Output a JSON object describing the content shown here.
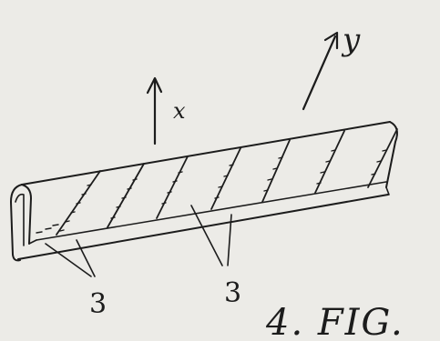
{
  "figure": {
    "label": "4. FIG.",
    "axis_x_label": "x",
    "axis_y_label": "y",
    "reference_numerals": [
      "3",
      "3"
    ]
  },
  "colors": {
    "paper": "#ecebe7",
    "ink": "#1c1c1c"
  }
}
